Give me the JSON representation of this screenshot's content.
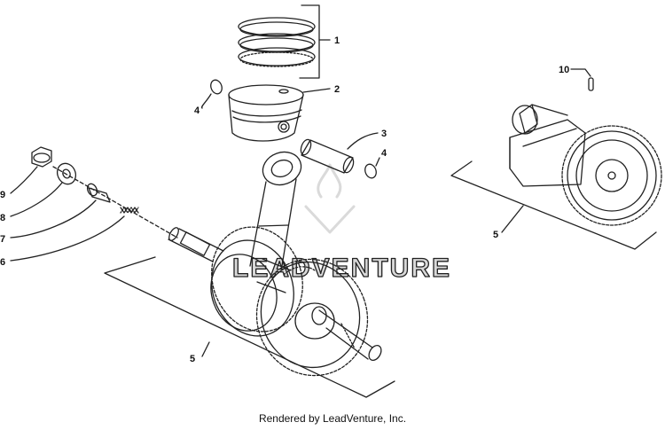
{
  "diagram": {
    "callouts": {
      "c1": "1",
      "c2": "2",
      "c3": "3",
      "c4a": "4",
      "c4b": "4",
      "c5a": "5",
      "c5b": "5",
      "c6": "6",
      "c7": "7",
      "c8": "8",
      "c9": "9",
      "c10": "10"
    },
    "watermark": "LEADVENTURE"
  },
  "footer": {
    "text": "Rendered by LeadVenture, Inc."
  }
}
